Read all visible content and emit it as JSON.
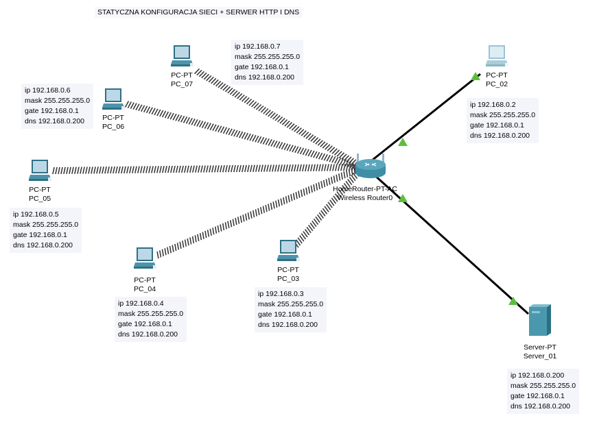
{
  "title": "STATYCZNA KONFIGURACJA SIECI + SERWER HTTP I DNS",
  "colors": {
    "wired_link": "#000000",
    "link_up": "#5cbf3c",
    "pc_screen": "#bcd8e6",
    "pc_body": "#4f93aa",
    "server_body": "#4a98ad",
    "router_body": "#5aa7bd",
    "note_bg": "#f4f5fa"
  },
  "router": {
    "model": "HomeRouter-PT-AC",
    "name": "Wireless Router0"
  },
  "devices": [
    {
      "id": "pc07",
      "model": "PC-PT",
      "name": "PC_07",
      "type": "pc",
      "link": "wireless",
      "ip": "ip 192.168.0.7",
      "mask": "mask 255.255.255.0",
      "gate": "gate 192.168.0.1",
      "dns": "dns 192.168.0.200"
    },
    {
      "id": "pc06",
      "model": "PC-PT",
      "name": "PC_06",
      "type": "pc",
      "link": "wireless",
      "ip": "ip 192.168.0.6",
      "mask": "mask 255.255.255.0",
      "gate": "gate 192.168.0.1",
      "dns": "dns 192.168.0.200"
    },
    {
      "id": "pc05",
      "model": "PC-PT",
      "name": "PC_05",
      "type": "pc",
      "link": "wireless",
      "ip": "ip 192.168.0.5",
      "mask": "mask 255.255.255.0",
      "gate": "gate 192.168.0.1",
      "dns": "dns 192.168.0.200"
    },
    {
      "id": "pc04",
      "model": "PC-PT",
      "name": "PC_04",
      "type": "pc",
      "link": "wireless",
      "ip": "ip 192.168.0.4",
      "mask": "mask 255.255.255.0",
      "gate": "gate 192.168.0.1",
      "dns": "dns 192.168.0.200"
    },
    {
      "id": "pc03",
      "model": "PC-PT",
      "name": "PC_03",
      "type": "pc",
      "link": "wireless",
      "ip": "ip 192.168.0.3",
      "mask": "mask 255.255.255.0",
      "gate": "gate 192.168.0.1",
      "dns": "dns 192.168.0.200"
    },
    {
      "id": "pc02",
      "model": "PC-PT",
      "name": "PC_02",
      "type": "pc",
      "link": "wired",
      "ip": "ip 192.168.0.2",
      "mask": "mask 255.255.255.0",
      "gate": "gate 192.168.0.1",
      "dns": "dns 192.168.0.200"
    },
    {
      "id": "srv01",
      "model": "Server-PT",
      "name": "Server_01",
      "type": "server",
      "link": "wired",
      "ip": "ip 192.168.0.200",
      "mask": "mask 255.255.255.0",
      "gate": "gate 192.168.0.1",
      "dns": "dns 192.168.0.200"
    }
  ]
}
